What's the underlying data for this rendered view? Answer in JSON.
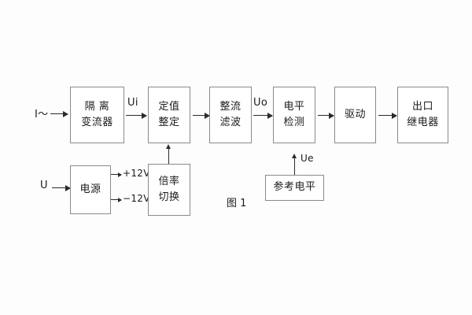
{
  "figure": {
    "caption": "图 1",
    "colors": {
      "background": "#fdfdfd",
      "box_border": "#8a8a8a",
      "line": "#2b2b2b",
      "text": "#1b1b1b"
    }
  },
  "blocks": {
    "isolation_ct": {
      "line1": "隔 离",
      "line2": "变流器"
    },
    "setting": {
      "line1": "定值",
      "line2": "整定"
    },
    "rectify_filter": {
      "line1": "整流",
      "line2": "滤波"
    },
    "level_detect": {
      "line1": "电平",
      "line2": "检测"
    },
    "drive": {
      "line1": "驱动"
    },
    "output_relay": {
      "line1": "出口",
      "line2": "继电器"
    },
    "power_supply": {
      "line1": "电源"
    },
    "multiplier_switch": {
      "line1": "倍率",
      "line2": "切换"
    },
    "reference_level": {
      "line1": "参考电平"
    }
  },
  "signals": {
    "current_input": "I～",
    "voltage_input": "U",
    "ui": "Ui",
    "uo": "Uo",
    "ue": "Ue",
    "supply_positive": "+12V",
    "supply_negative": "−12V"
  }
}
